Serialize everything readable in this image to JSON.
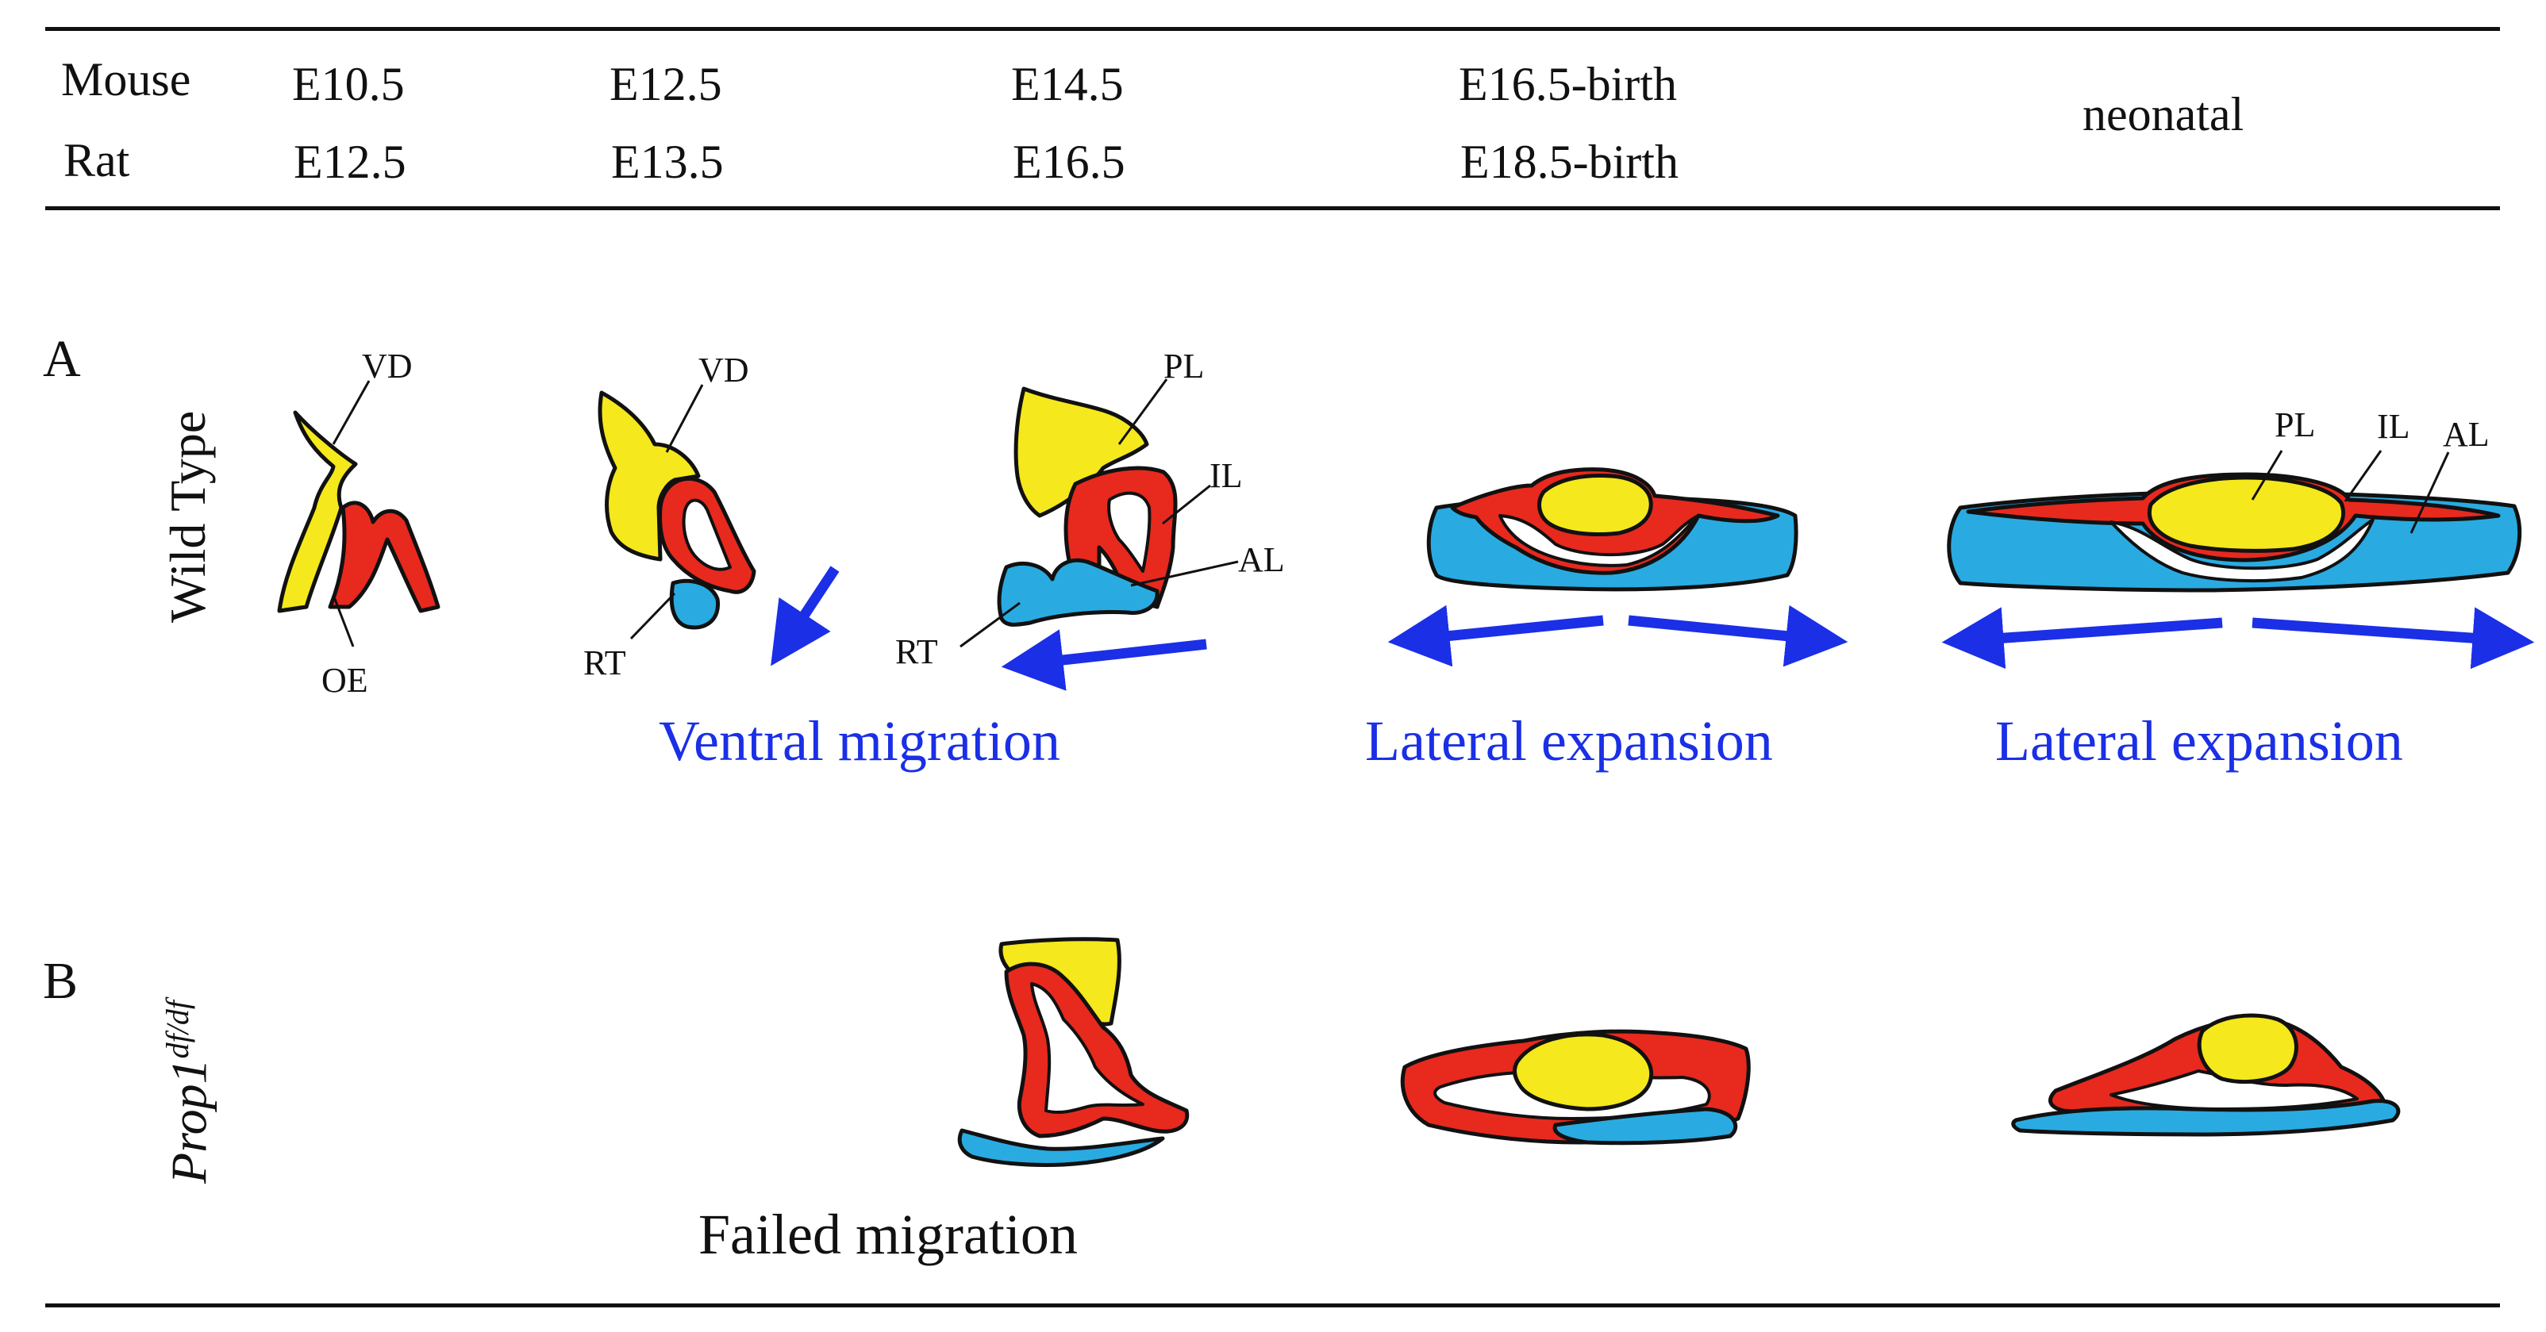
{
  "colors": {
    "posterior_lobe": "#f5e81c",
    "intermediate_lobe": "#e8291e",
    "anterior_lobe": "#29abe2",
    "arrow": "#1a2fe6",
    "rule": "#111111"
  },
  "timeline": {
    "species": [
      {
        "name": "Mouse",
        "stages": [
          "E10.5",
          "E12.5",
          "E14.5",
          "E16.5-birth"
        ]
      },
      {
        "name": "Rat",
        "stages": [
          "E12.5",
          "E13.5",
          "E16.5",
          "E18.5-birth"
        ]
      }
    ],
    "last_column": "neonatal"
  },
  "panel_a": {
    "letter": "A",
    "row_label": "Wild Type",
    "labels": {
      "vd1": "VD",
      "oe": "OE",
      "vd2": "VD",
      "rt2": "RT",
      "pl3": "PL",
      "il3": "IL",
      "al3": "AL",
      "rt3": "RT",
      "pl5": "PL",
      "il5": "IL",
      "al5": "AL"
    },
    "captions": [
      "Ventral migration",
      "Lateral expansion",
      "Lateral expansion"
    ]
  },
  "panel_b": {
    "letter": "B",
    "row_label_main": "Prop1",
    "row_label_sup": "df/df",
    "caption": "Failed migration"
  }
}
